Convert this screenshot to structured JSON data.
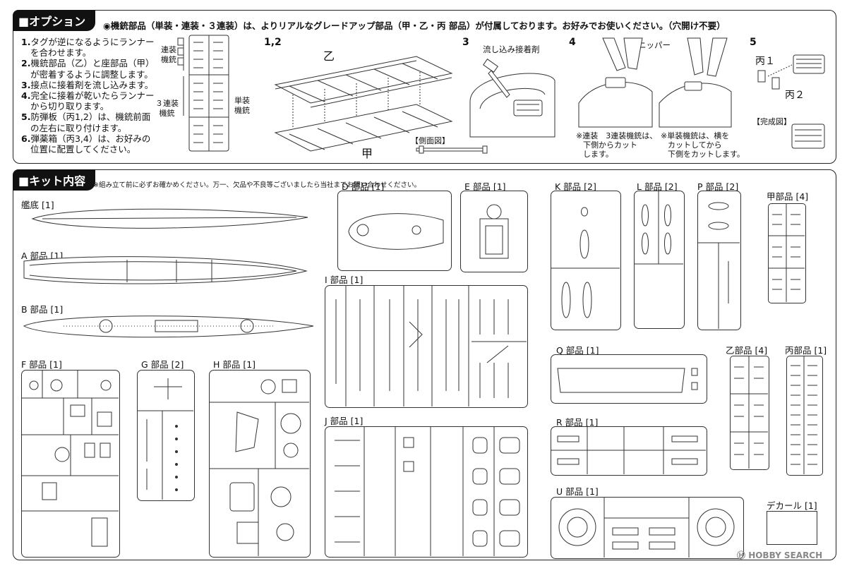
{
  "option": {
    "header": "オプション",
    "intro": "◉機銃部品（単装・連装・３連装）は、よりリアルなグレードアップ部品（甲・乙・丙 部品）が付属しております。お好みでお使いください。（穴開け不要）",
    "steps": [
      {
        "num": "1.",
        "text": "タグが逆になるようにランナー"
      },
      {
        "num": "",
        "text": "を合わせます。"
      },
      {
        "num": "2.",
        "text": "機銃部品（乙）と座部品（甲）"
      },
      {
        "num": "",
        "text": "が密着するように調整します。"
      },
      {
        "num": "3.",
        "text": "接点に接着剤を流し込みます。"
      },
      {
        "num": "4.",
        "text": "完全に接着が乾いたらランナー"
      },
      {
        "num": "",
        "text": "から切り取ります。"
      },
      {
        "num": "5.",
        "text": "防弾板（丙1,2）は、機銃前面"
      },
      {
        "num": "",
        "text": "の左右に取り付けます。"
      },
      {
        "num": "6.",
        "text": "弾薬箱（丙3,4）は、お好みの"
      },
      {
        "num": "",
        "text": "位置に配置してください。"
      }
    ],
    "labels": {
      "rengo": [
        "連装",
        "機銃"
      ],
      "sanren": [
        "３連装",
        "機銃"
      ],
      "tanso": [
        "単装",
        "機銃"
      ],
      "step12": "1,2",
      "otsu": "乙",
      "ko": "甲",
      "sokumen": "【側面図】",
      "step3": "3",
      "glue": "流し込み接着剤",
      "step4": "4",
      "nipper": "ニッパー",
      "note1": [
        "※連装　3連装機銃は、",
        "下側からカット",
        "します。"
      ],
      "note2": [
        "※単装機銃は、横を",
        "カットしてから",
        "下側をカットします。"
      ],
      "step5": "5",
      "hei1": "丙１",
      "hei2": "丙２",
      "kansei": "【完成図】"
    }
  },
  "kit": {
    "header": "キット内容",
    "note": "※組み立て前に必ずお確かめください。万一、欠品や不良等ございましたら当社までお問い合わせください。",
    "parts": {
      "hull": "艦底 [1]",
      "a": "A 部品 [1]",
      "b": "B 部品 [1]",
      "d": "D 部品 [1]",
      "e": "E 部品 [1]",
      "k": "K 部品 [2]",
      "l": "L 部品 [2]",
      "p": "P 部品 [2]",
      "ko": "甲部品 [4]",
      "i": "I 部品 [1]",
      "q": "Q 部品 [1]",
      "otsu": "乙部品 [4]",
      "hei": "丙部品 [1]",
      "f": "F 部品 [1]",
      "g": "G 部品 [2]",
      "h": "H 部品 [1]",
      "j": "J 部品 [1]",
      "r": "R 部品 [1]",
      "u": "U 部品 [1]",
      "decal": "デカール [1]"
    }
  },
  "watermark": "HOBBY SEARCH"
}
